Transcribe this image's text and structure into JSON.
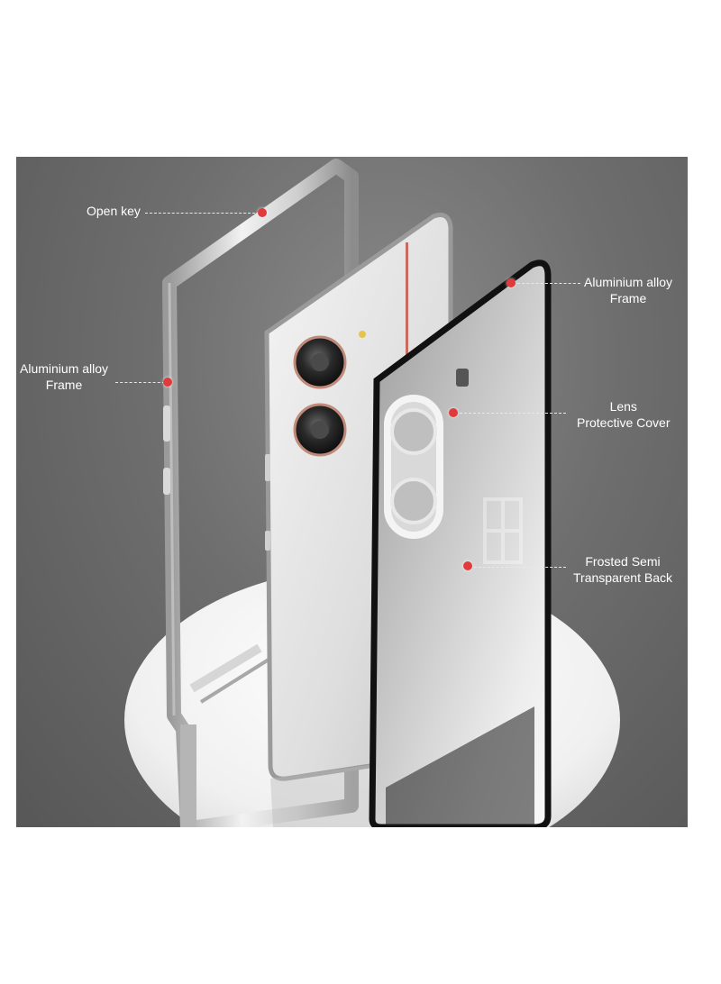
{
  "colors": {
    "dot": "#e23a3a",
    "text": "#ffffff",
    "background": "#636363"
  },
  "callouts": {
    "open_key": "Open key",
    "frame_left_line1": "Aluminium alloy",
    "frame_left_line2": "Frame",
    "frame_right_line1": "Aluminium alloy",
    "frame_right_line2": "Frame",
    "lens_line1": "Lens",
    "lens_line2": "Protective Cover",
    "back_line1": "Frosted Semi",
    "back_line2": "Transparent Back"
  }
}
